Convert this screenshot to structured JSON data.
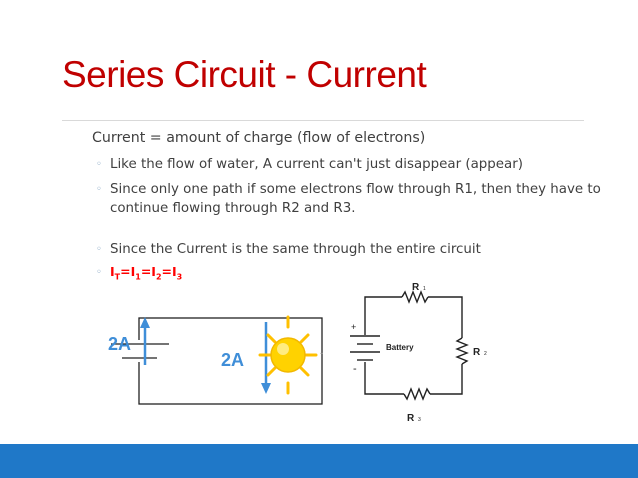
{
  "slide": {
    "title": "Series Circuit - Current",
    "main_point": "Current = amount of charge (flow of electrons)",
    "bullets": [
      "Like the flow of water, A current can't just disappear (appear)",
      "Since only one path if some electrons flow through R1, then they have to",
      "continue flowing through R2 and R3.",
      "Since the Current is the same through the entire circuit"
    ],
    "formula": {
      "base1": "I",
      "sub1": "T",
      "base2": "=I",
      "sub2": "1",
      "base3": "=I",
      "sub3": "2",
      "base4": "=I",
      "sub4": "3"
    }
  },
  "left_diagram": {
    "battery_label": "2A",
    "bulb_label": "2A",
    "side_mark": "-"
  },
  "right_diagram": {
    "battery_label": "Battery",
    "plus": "+",
    "minus": "-",
    "r1": "R",
    "r1_sub": "1",
    "r2": "R",
    "r2_sub": "2",
    "r3": "R",
    "r3_sub": "3"
  },
  "colors": {
    "title": "#c00000",
    "formula": "#ff0000",
    "arrow": "#3f8ed8",
    "bulb": "#ffd200",
    "footer": "#1f78c8"
  }
}
